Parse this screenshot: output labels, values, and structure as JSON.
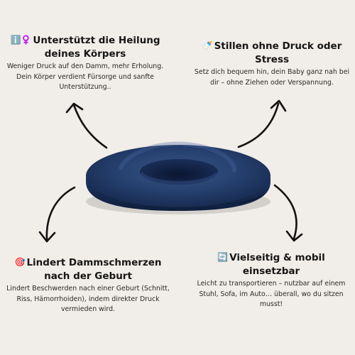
{
  "features": [
    {
      "icon": "health-emoji-icon",
      "emoji": "ℹ️♀️",
      "title": "Unterstützt die Heilung deines Körpers",
      "text": "Weniger Druck auf den Damm, mehr Erholung. Dein Körper verdient Fürsorge und sanfte Unterstützung.."
    },
    {
      "icon": "baby-bottle-icon",
      "emoji": "🍼",
      "title": "Stillen ohne Druck oder Stress",
      "text": "Setz dich bequem hin, dein Baby ganz nah bei dir – ohne Ziehen oder Verspannung."
    },
    {
      "icon": "target-icon",
      "emoji": "🎯",
      "title": "Lindert Dammschmerzen nach der Geburt",
      "text": "Lindert Beschwerden nach einer Geburt (Schnitt, Riss, Hämorrhoiden), indem direkter Druck vermieden wird."
    },
    {
      "icon": "repeat-arrows-icon",
      "emoji": "🔄",
      "title": "Vielseitig & mobil einsetzbar",
      "text": "Leicht zu transportieren – nutzbar auf einem Stuhl, Sofa, im Auto… überall, wo du sitzen musst!"
    }
  ],
  "product": {
    "name": "donut-cushion",
    "color": "#1f3a68"
  },
  "colors": {
    "background": "#f1ede8",
    "arrow": "#111111",
    "cushion": "#1f3a68"
  }
}
